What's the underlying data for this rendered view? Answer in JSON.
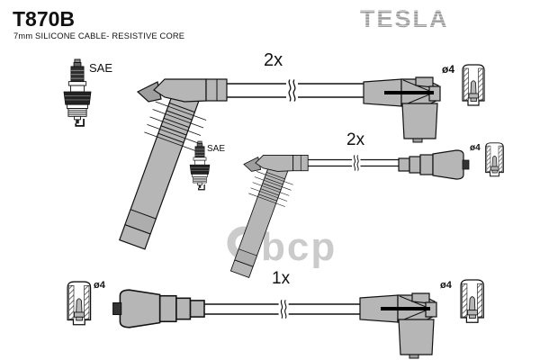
{
  "header": {
    "part_number": "T870B",
    "subtitle": "7mm SILICONE CABLE- RESISTIVE CORE",
    "brand": "TESLA"
  },
  "diagram": {
    "rows": [
      {
        "qty": "2x",
        "sae_label": "SAE",
        "diameter_label": "ø4"
      },
      {
        "qty": "2x",
        "sae_label": "SAE",
        "diameter_label": "ø4"
      },
      {
        "qty": "1x",
        "diameter_label_left": "ø4",
        "diameter_label_right": "ø4"
      }
    ],
    "watermark": "bcp",
    "colors": {
      "boot_gray": "#b6b6b6",
      "dark_gray": "#9e9e9e",
      "outline": "#111111",
      "logo_gray": "#9c9c9c",
      "watermark_gray": "#cbcbcb",
      "background": "#ffffff"
    }
  }
}
